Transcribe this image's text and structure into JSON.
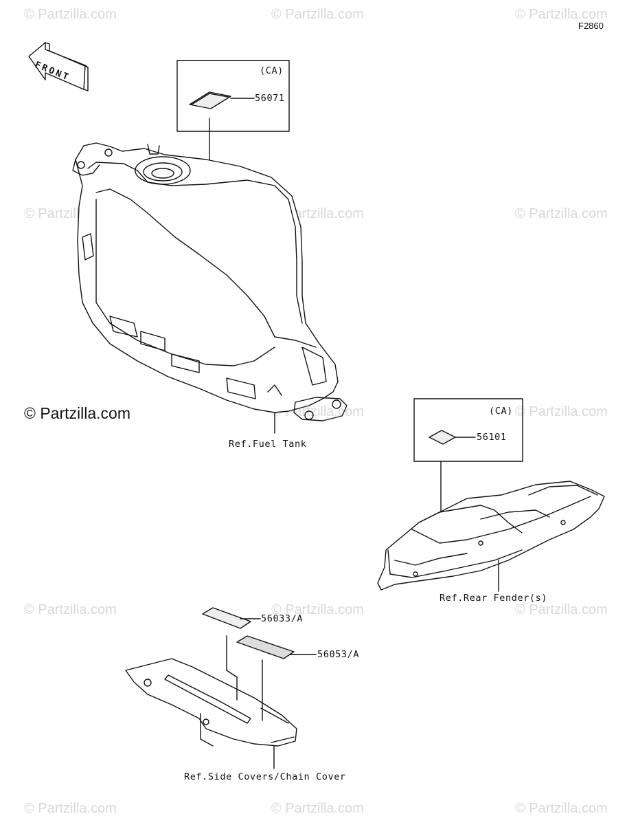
{
  "diagram": {
    "figure_code": "F2860",
    "brand": "© Partzilla.com",
    "watermark": "© Partzilla.com",
    "front_label": "FRONT",
    "callouts": [
      {
        "part": "56071",
        "region": "(CA)",
        "ref": "Ref.Fuel Tank"
      },
      {
        "part": "56101",
        "region": "(CA)",
        "ref": "Ref.Rear Fender(s)"
      },
      {
        "part": "56033/A"
      },
      {
        "part": "56053/A",
        "ref": "Ref.Side Covers/Chain Cover"
      }
    ]
  }
}
